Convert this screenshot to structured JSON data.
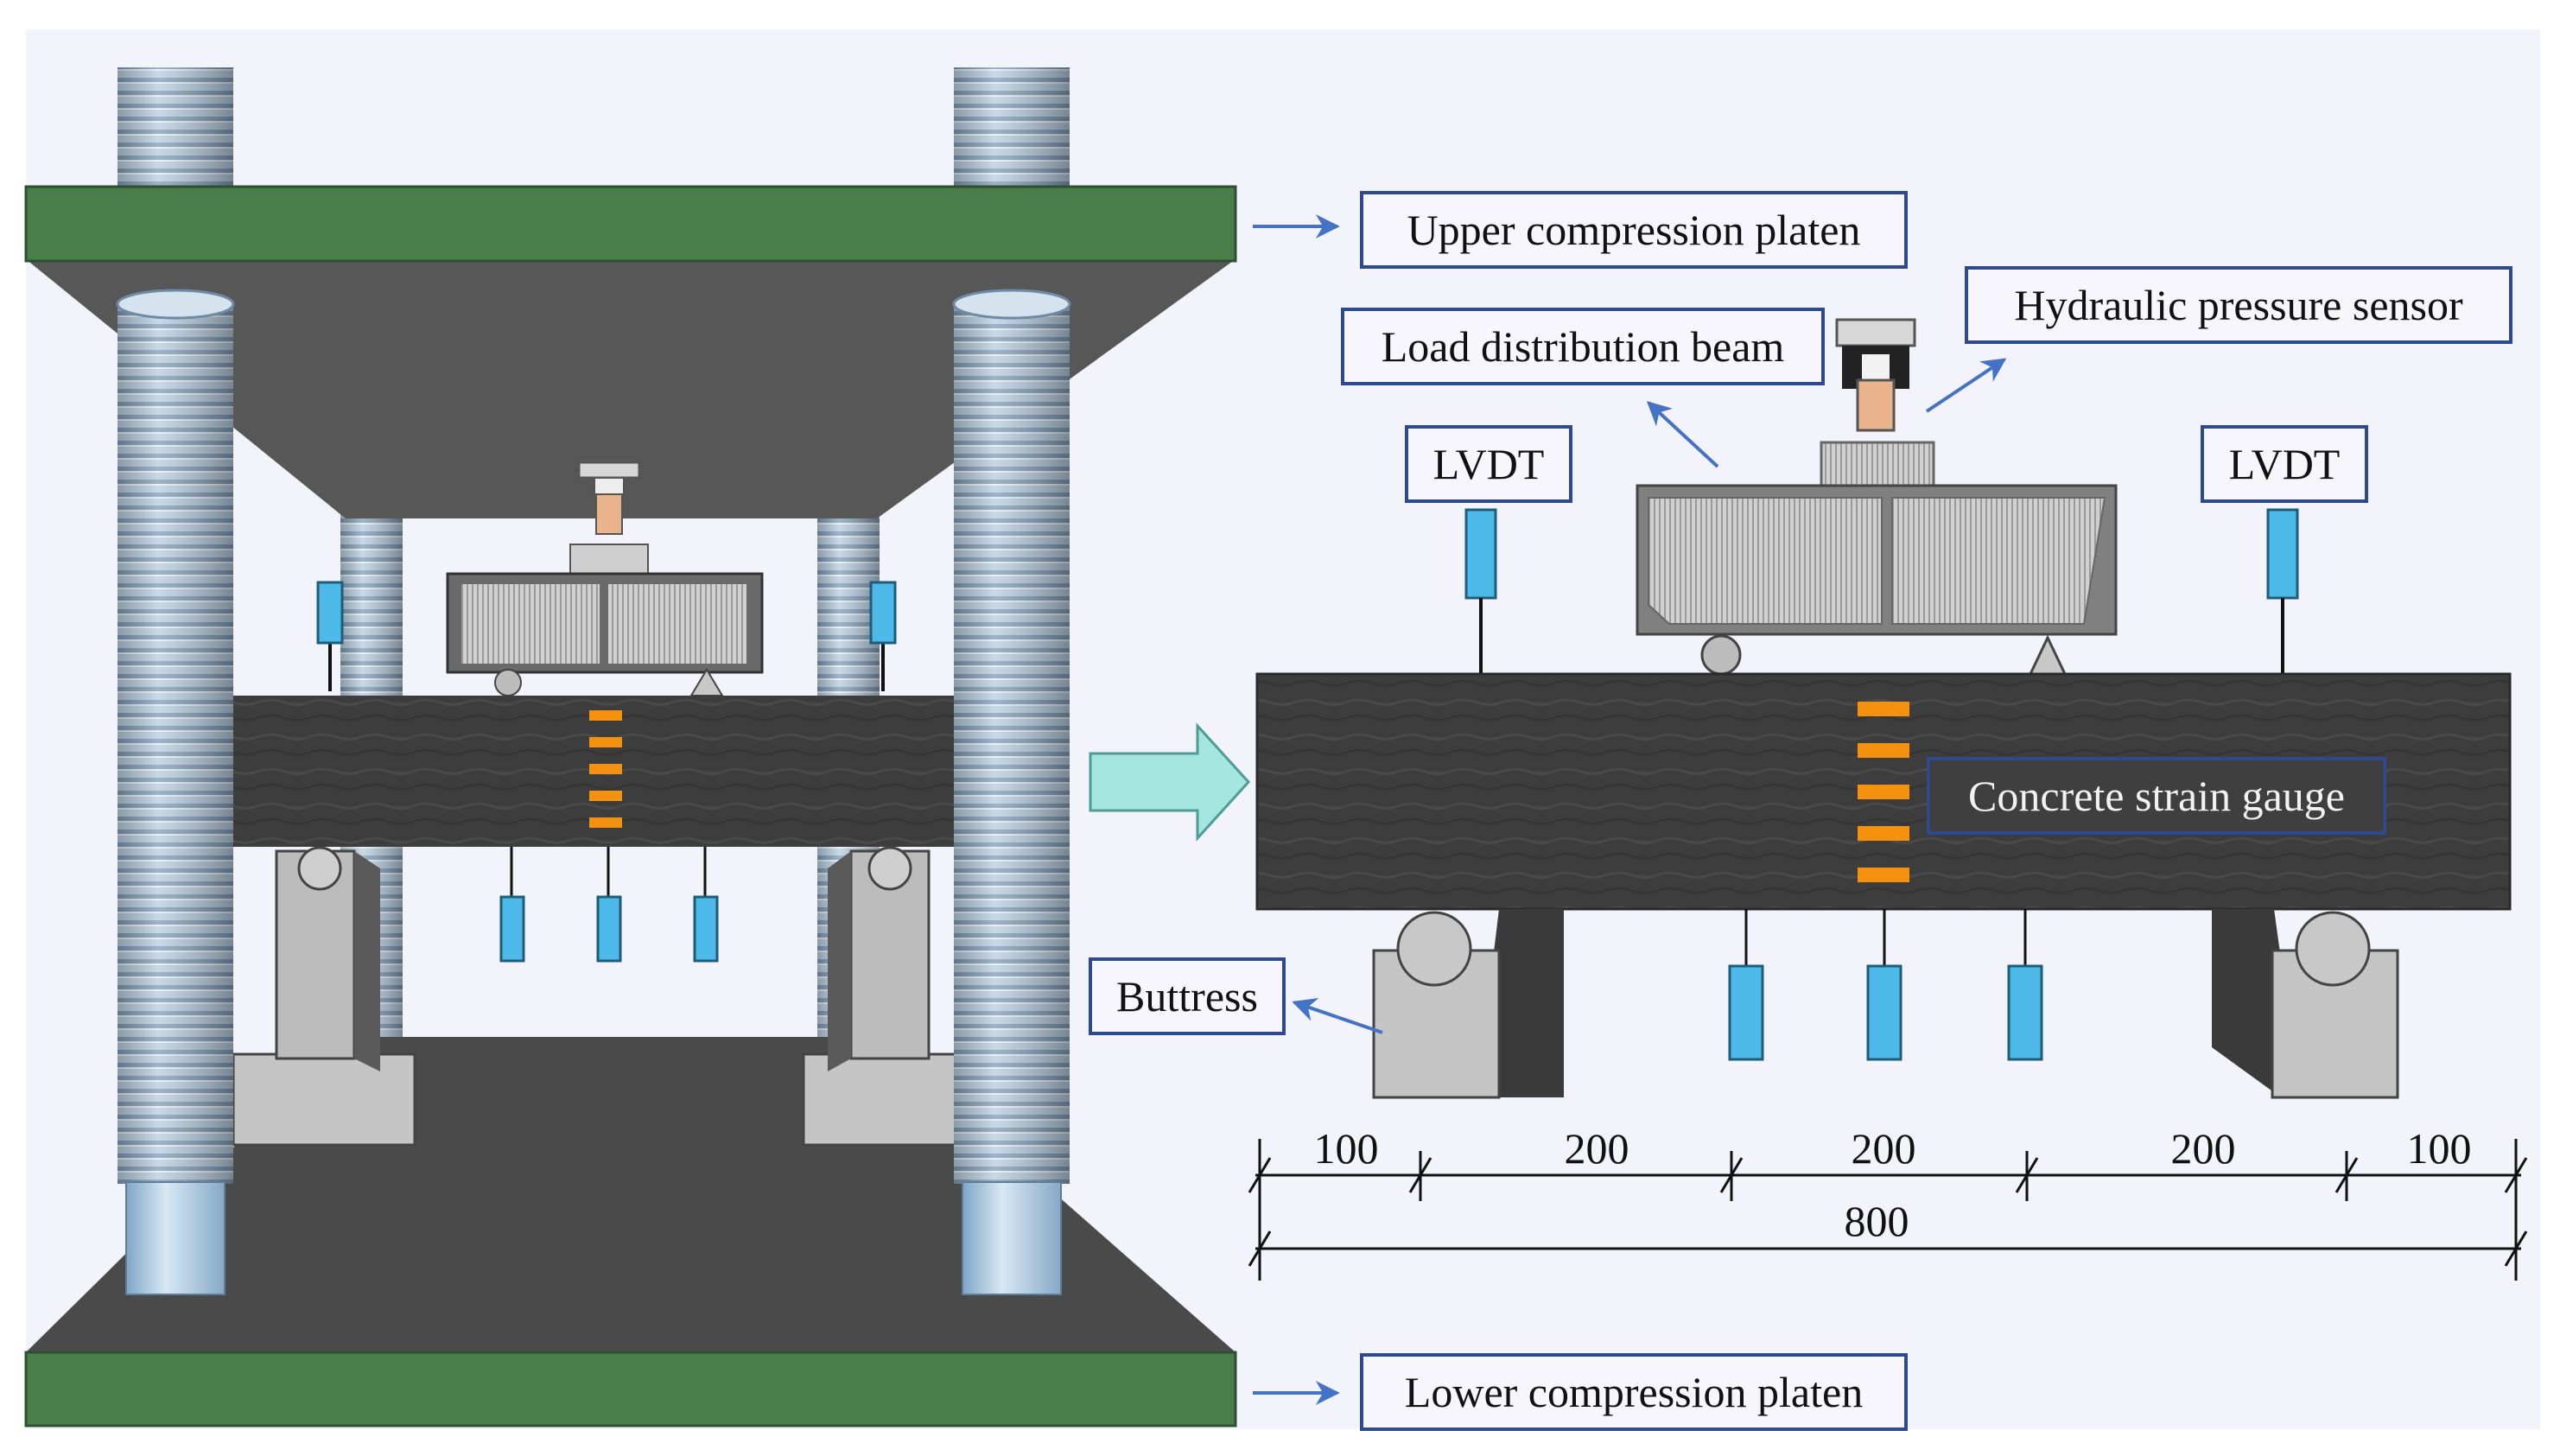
{
  "labels": {
    "upper_platen": "Upper compression platen",
    "lower_platen": "Lower compression platen",
    "hydraulic_sensor": "Hydraulic pressure sensor",
    "load_beam": "Load distribution beam",
    "lvdt_left": "LVDT",
    "lvdt_right": "LVDT",
    "strain_gauge": "Concrete strain gauge",
    "buttress": "Buttress"
  },
  "dimensions": {
    "segments": [
      "100",
      "200",
      "200",
      "200",
      "100"
    ],
    "total": "800"
  },
  "colors": {
    "platen_green": "#4a7f4c",
    "concrete": "#3c3c3c",
    "rod": "#a9c1d6",
    "sensor_blue": "#4cb9e8",
    "strain_orange": "#f4920f",
    "label_border": "#2f4a8c",
    "arrow_blue": "#4472c4",
    "big_arrow": "#a6e6e0"
  }
}
